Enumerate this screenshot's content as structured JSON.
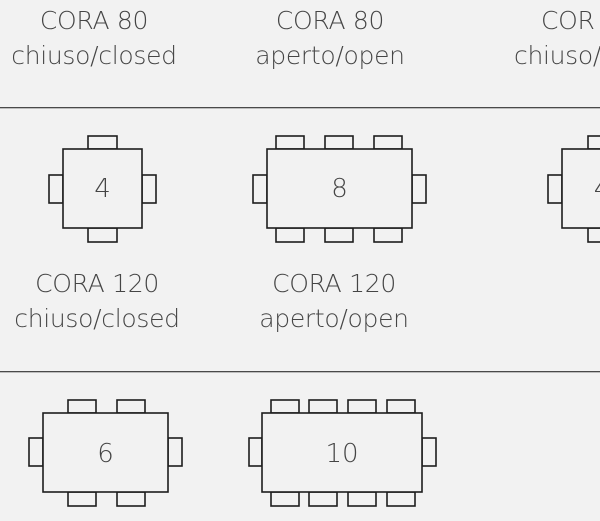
{
  "sections": [
    {
      "labels": [
        {
          "model": "CORA 80",
          "state": "chiuso/closed"
        },
        {
          "model": "CORA 80",
          "state": "aperto/open"
        },
        {
          "model": "COR",
          "state": "chiuso/"
        }
      ]
    },
    {
      "tables": [
        {
          "seats": "4"
        },
        {
          "seats": "8"
        },
        {
          "seats": "4"
        }
      ],
      "labels": [
        {
          "model": "CORA 120",
          "state": "chiuso/closed"
        },
        {
          "model": "CORA 120",
          "state": "aperto/open"
        }
      ]
    },
    {
      "tables": [
        {
          "seats": "6"
        },
        {
          "seats": "10"
        }
      ]
    }
  ]
}
